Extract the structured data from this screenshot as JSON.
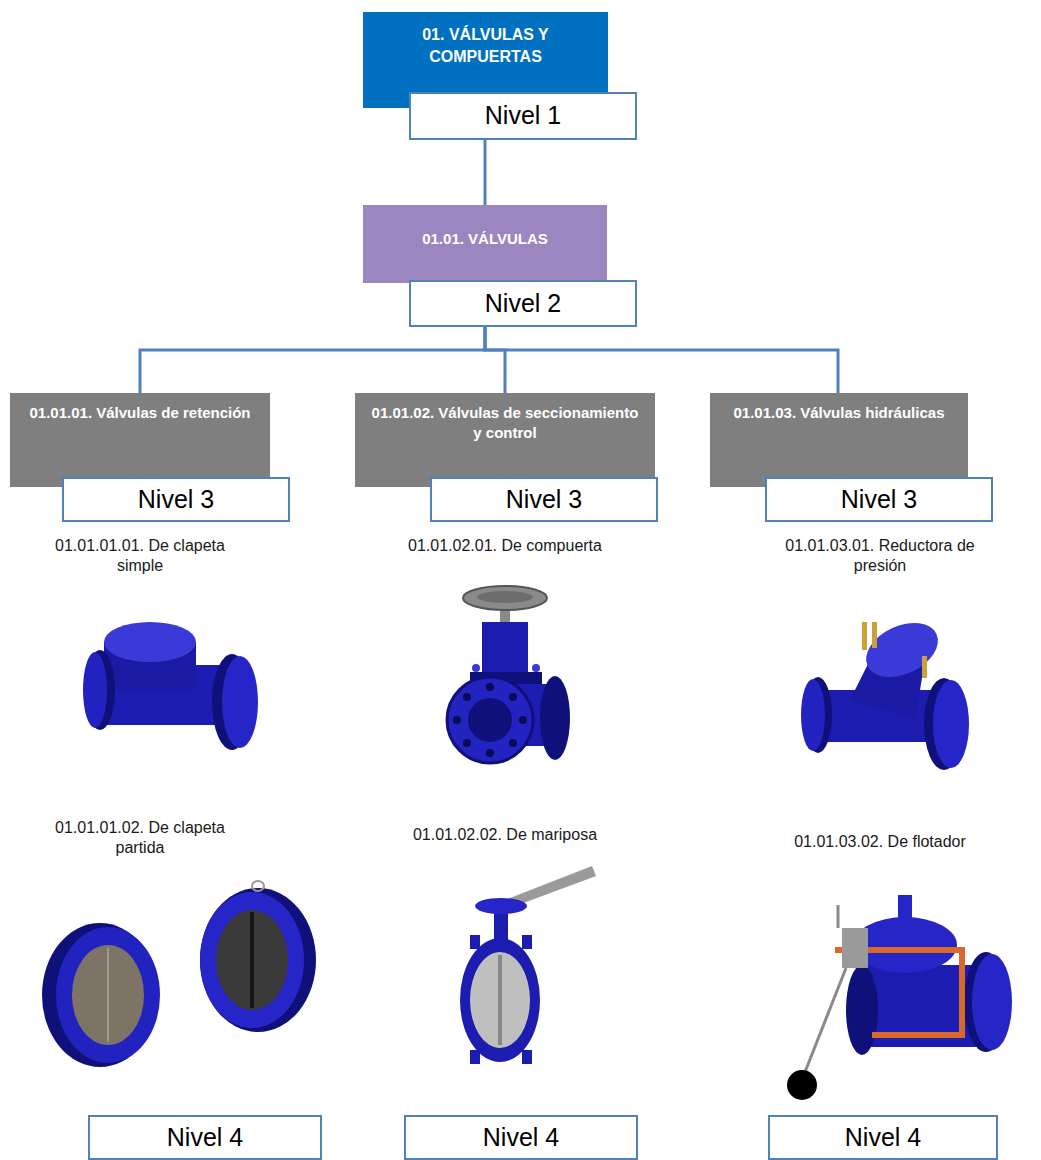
{
  "diagram": {
    "nodes": [
      {
        "text": [
          "01. VÁLVULAS Y COMPUERTAS"
        ]
      },
      {
        "text": [
          "Nivel 1"
        ]
      },
      {
        "text": [
          "01.01. VÁLVULAS"
        ]
      },
      {
        "text": [
          "Nivel 2"
        ]
      },
      {
        "text": [
          "01.01.01. Válvulas de retención"
        ]
      },
      {
        "text": [
          "Nivel 3"
        ]
      },
      {
        "text": [
          "01.01.02. Válvulas de seccionamiento y control"
        ]
      },
      {
        "text": [
          "Nivel 3"
        ]
      },
      {
        "text": [
          "01.01.03. Válvulas hidráulicas"
        ]
      },
      {
        "text": [
          "Nivel 3"
        ]
      },
      {
        "text": [
          "Nivel 4"
        ]
      },
      {
        "text": [
          "Nivel 4"
        ]
      },
      {
        "text": [
          "Nivel 4"
        ]
      }
    ],
    "edges": [
      {
        "from": 1,
        "to": 2,
        "arrow": "none"
      },
      {
        "from": 3,
        "to": 4,
        "arrow": "none"
      },
      {
        "from": 3,
        "to": 6,
        "arrow": "none"
      },
      {
        "from": 3,
        "to": 8,
        "arrow": "none"
      }
    ],
    "labels": [
      "01.01.01.01. De clapeta simple",
      "01.01.02.01. De compuerta",
      "01.01.03.01. Reductora de presión",
      "01.01.01.02. De clapeta partida",
      "01.01.02.02. De mariposa",
      "01.01.03.02. De flotador"
    ]
  }
}
